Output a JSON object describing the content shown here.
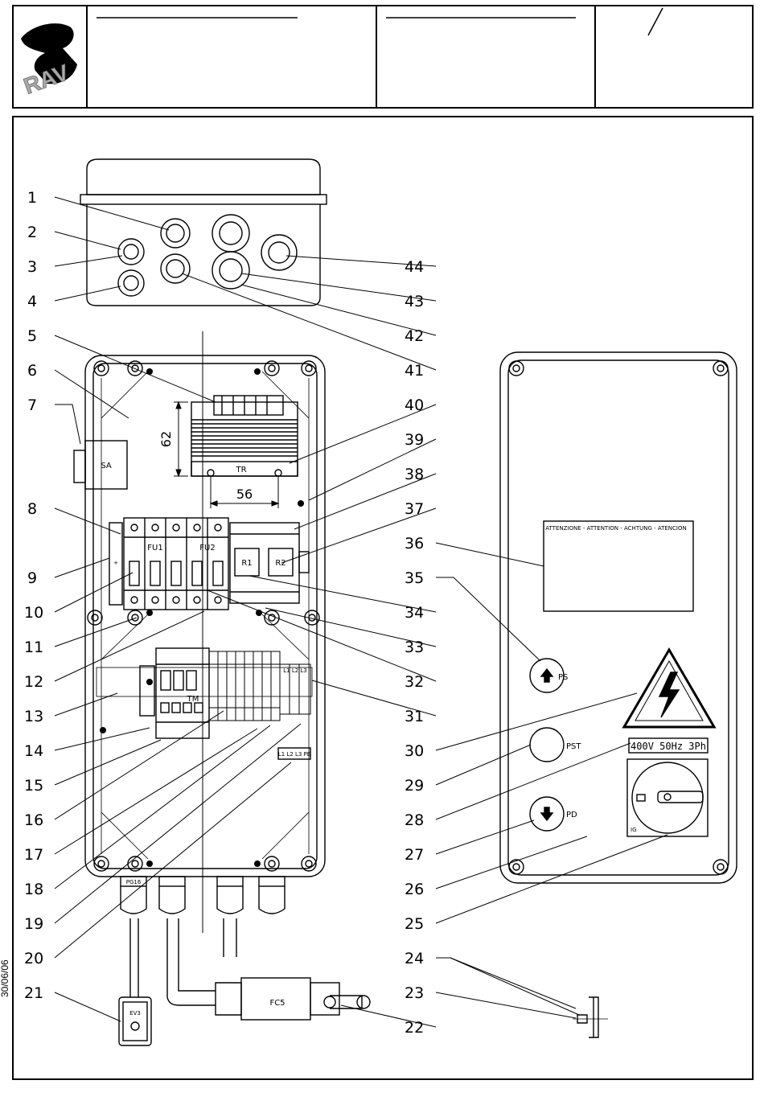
{
  "header": {
    "logo_text": "RAV",
    "cell4_mark": "/"
  },
  "side_date": "30/06/06",
  "dimensions": {
    "height": "62",
    "width": "56"
  },
  "labels": {
    "sa": "SA",
    "tr": "TR",
    "fu1": "FU1",
    "fu2": "FU2",
    "r1": "R1",
    "r2": "R2",
    "tm": "TM",
    "fc5": "FC5",
    "ev3": "EV3",
    "ps": "PS",
    "pst": "PST",
    "pd": "PD",
    "ig": "IG",
    "warning_sign": "ATTENZIONE - ATTENTION - ACHTUNG - ATENCION",
    "voltage_plate": "400V 50Hz 3Ph",
    "terminal_l123": "L1 L2 L3",
    "terminal_l123pe": "L1 L2 L3 PE",
    "cable_pg": "PG16"
  },
  "callouts_left": [
    "1",
    "2",
    "3",
    "4",
    "5",
    "6",
    "7",
    "8",
    "9",
    "10",
    "11",
    "12",
    "13",
    "14",
    "15",
    "16",
    "17",
    "18",
    "19",
    "20",
    "21"
  ],
  "callouts_right": [
    "44",
    "43",
    "42",
    "41",
    "40",
    "39",
    "38",
    "37",
    "36",
    "35",
    "34",
    "33",
    "32",
    "31",
    "30",
    "29",
    "28",
    "27",
    "26",
    "25",
    "24",
    "23",
    "22"
  ]
}
